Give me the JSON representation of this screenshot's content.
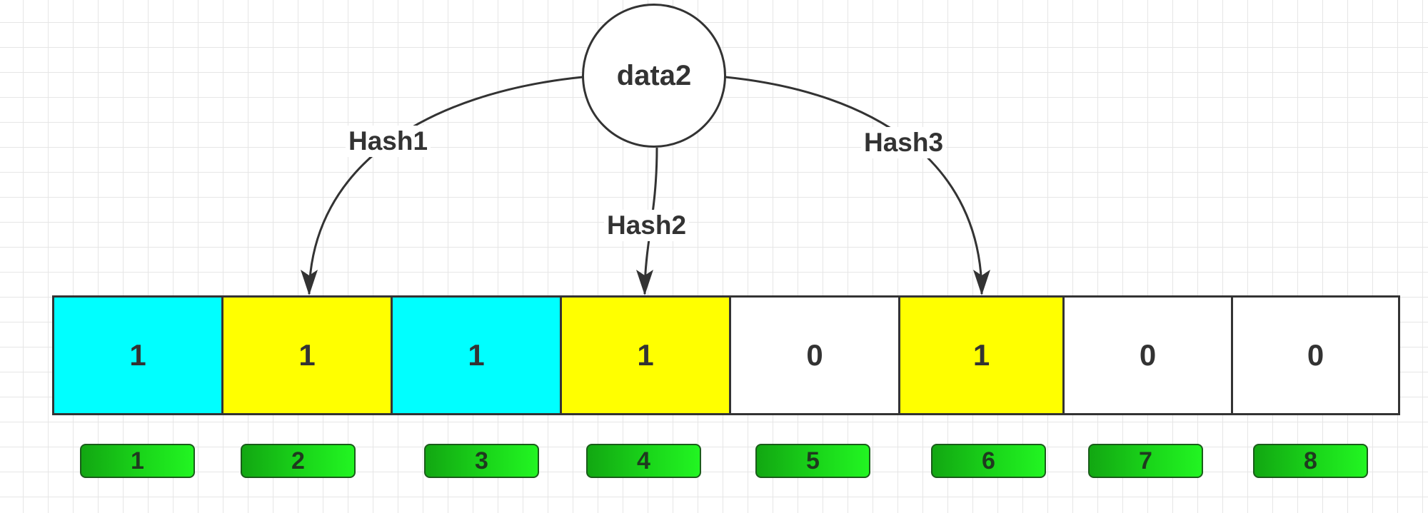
{
  "node": {
    "label": "data2"
  },
  "edges": [
    {
      "label": "Hash1",
      "target_index": 2
    },
    {
      "label": "Hash2",
      "target_index": 4
    },
    {
      "label": "Hash3",
      "target_index": 6
    }
  ],
  "bits": [
    {
      "value": "1",
      "color": "#00ffff"
    },
    {
      "value": "1",
      "color": "#ffff00"
    },
    {
      "value": "1",
      "color": "#00ffff"
    },
    {
      "value": "1",
      "color": "#ffff00"
    },
    {
      "value": "0",
      "color": "#ffffff"
    },
    {
      "value": "1",
      "color": "#ffff00"
    },
    {
      "value": "0",
      "color": "#ffffff"
    },
    {
      "value": "0",
      "color": "#ffffff"
    }
  ],
  "indices": [
    "1",
    "2",
    "3",
    "4",
    "5",
    "6",
    "7",
    "8"
  ],
  "colors": {
    "stroke": "#333333",
    "index_badge": "#1ad61a"
  }
}
